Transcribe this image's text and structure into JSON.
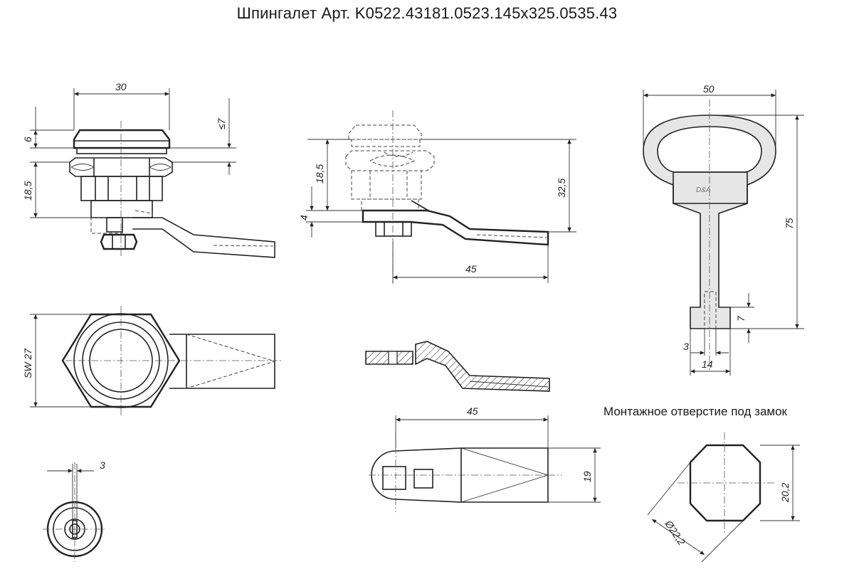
{
  "title": "Шпингалет Арт. K0522.43181.0523.145x325.0535.43",
  "caption": "Монтажное отверстие под замок",
  "dimensions": {
    "lock_width": "30",
    "cap_height": "6",
    "max_thickness": "≤7",
    "body_height": "18,5",
    "side_body_height": "18,5",
    "cam_offset": "4",
    "overall_height": "32,5",
    "cam_length": "45",
    "hex_size": "SW 27",
    "slot_width": "3",
    "cam_length_bottom": "45",
    "cam_width": "19",
    "key_width": "50",
    "key_length": "75",
    "key_tip_height": "7",
    "key_slot": "3",
    "key_tip_width": "14",
    "hole_flat": "20,2",
    "hole_diameter": "Ø22,2"
  },
  "colors": {
    "line": "#222222",
    "key_fill": "#e6e6e6"
  }
}
